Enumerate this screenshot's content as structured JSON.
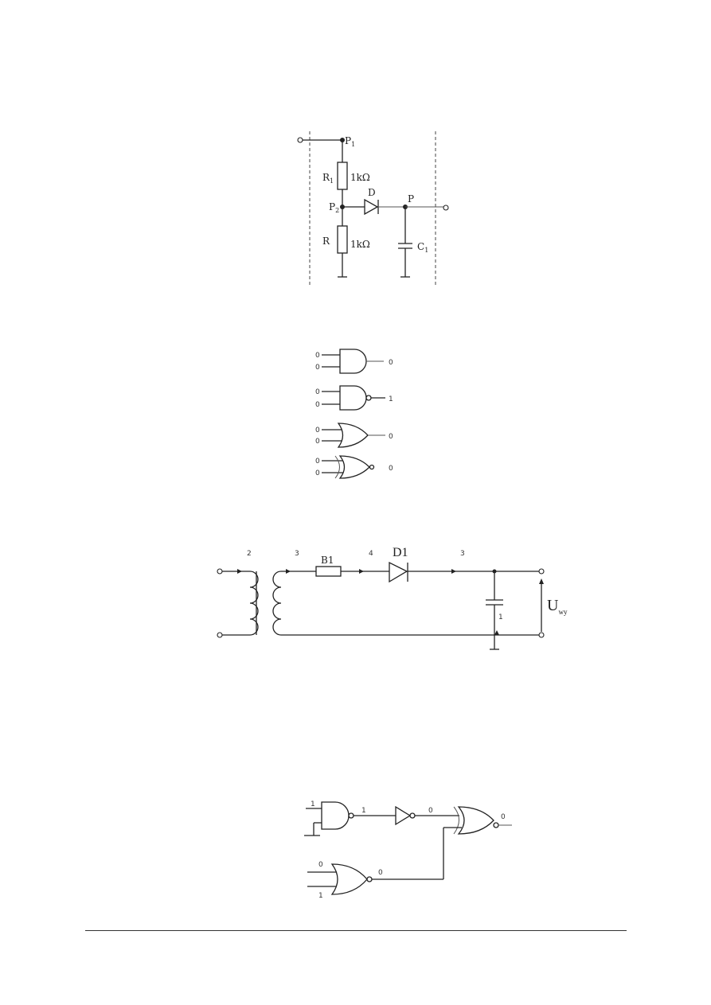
{
  "fig1": {
    "labels": {
      "p1": "P",
      "p1_sub": "1",
      "r1": "R",
      "r1_sub": "1",
      "r1_value": "1kΩ",
      "d": "D",
      "p2": "P",
      "p2_sub": "2",
      "p": "P",
      "r": "R",
      "r_value": "1kΩ",
      "c1": "C",
      "c1_sub": "1"
    }
  },
  "fig2": {
    "gates": [
      {
        "in_a": "0",
        "in_b": "0",
        "out": "0"
      },
      {
        "in_a": "0",
        "in_b": "0",
        "out": "1"
      },
      {
        "in_a": "0",
        "in_b": "0",
        "out": "0"
      },
      {
        "in_a": "0",
        "in_b": "0",
        "out": "0"
      }
    ]
  },
  "fig3": {
    "labels": {
      "n2": "2",
      "n3a": "3",
      "n4": "4",
      "n3b": "3",
      "n1": "1",
      "b1": "B1",
      "d1": "D1",
      "uwy": "U",
      "uwy_sub": "wy"
    }
  },
  "fig4": {
    "labels": {
      "nand_in": "1",
      "nand_out": "1",
      "not_out": "0",
      "xnor_out": "0",
      "nor_in_a": "0",
      "nor_in_b": "1",
      "nor_out": "0"
    }
  }
}
